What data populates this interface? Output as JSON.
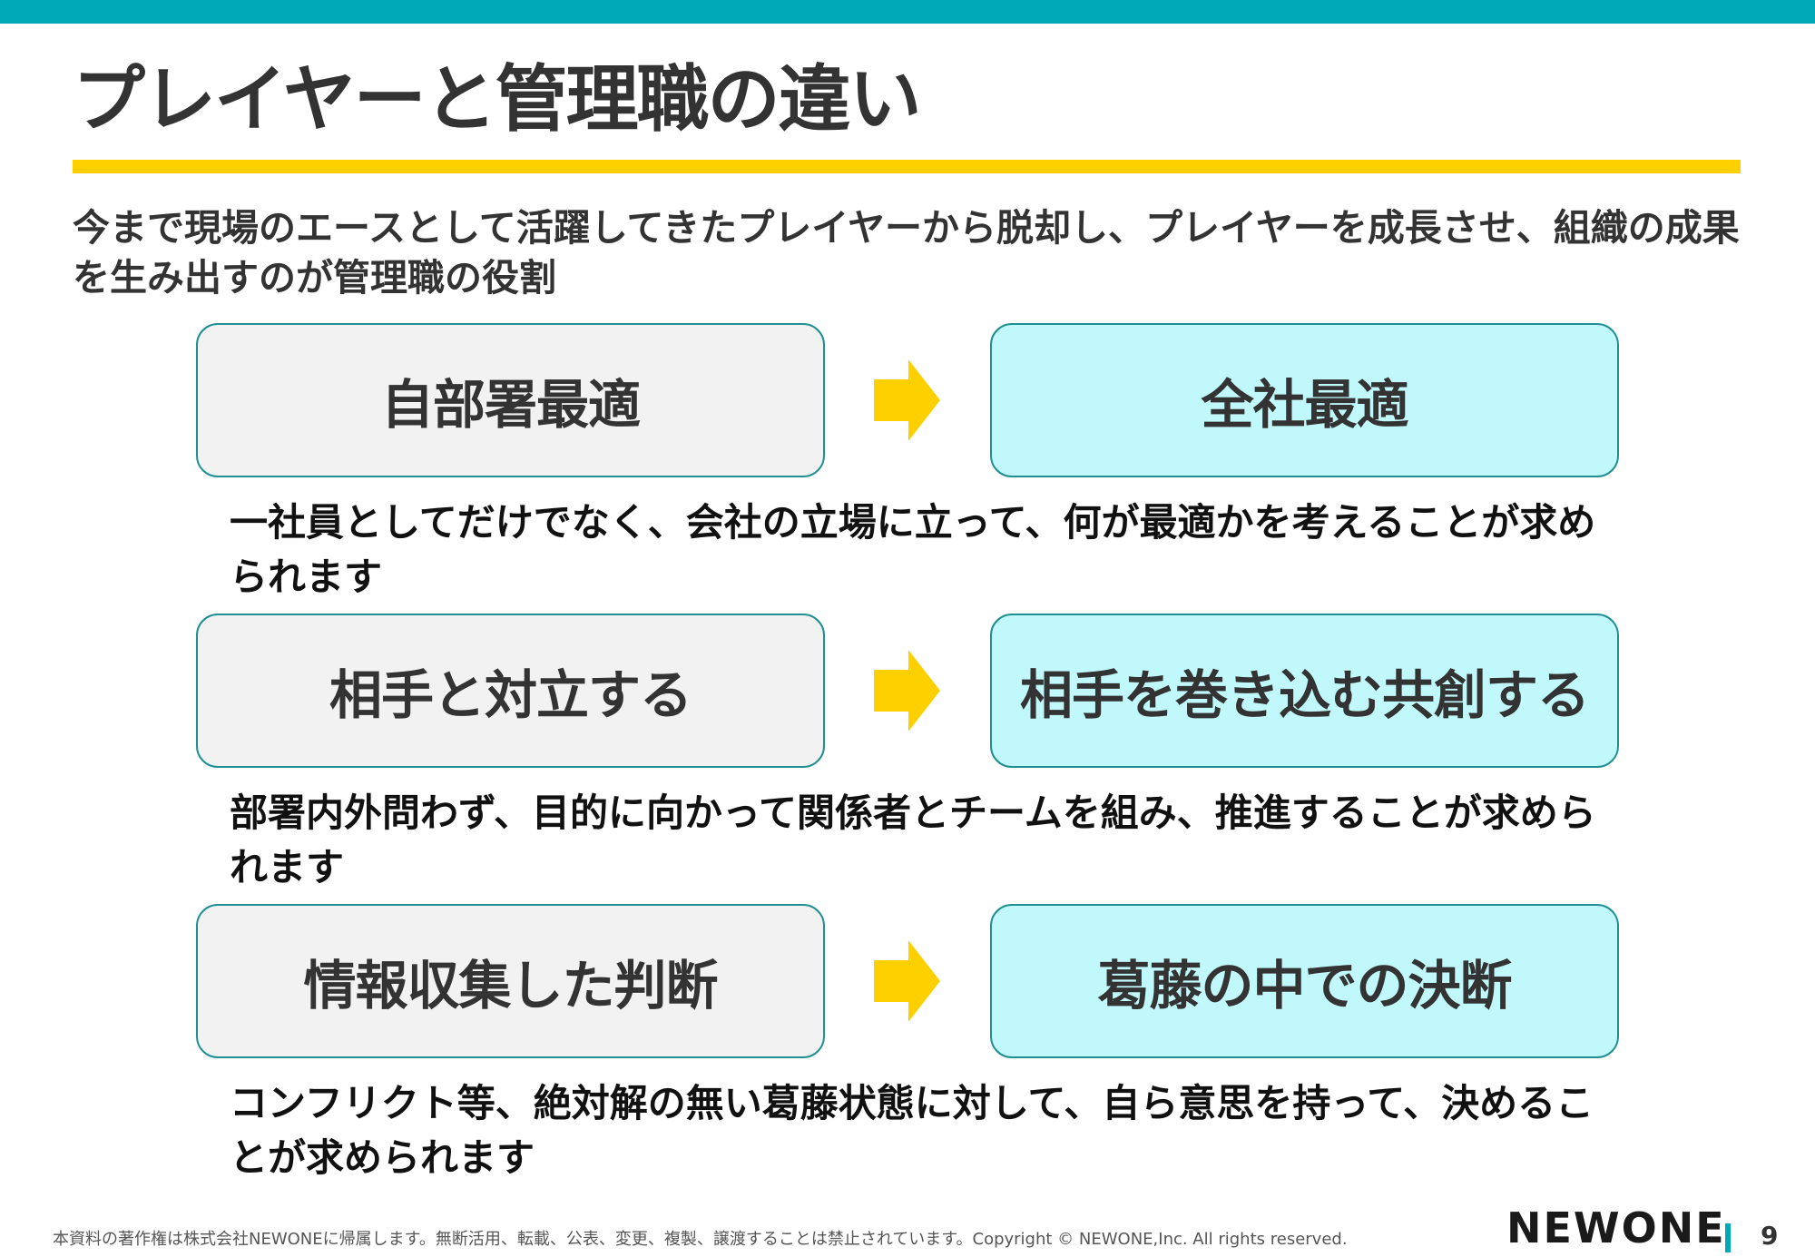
{
  "header": {
    "title": "プレイヤーと管理職の違い"
  },
  "intro": {
    "text": "今まで現場のエースとして活躍してきたプレイヤーから脱却し、プレイヤーを成長させ、組織の成果を生み出すのが管理職の役割"
  },
  "rows": [
    {
      "from": "自部署最適",
      "to": "全社最適",
      "description": "一社員としてだけでなく、会社の立場に立って、何が最適かを考えることが求められます"
    },
    {
      "from": "相手と対立する",
      "to": "相手を巻き込む共創する",
      "description": "部署内外問わず、目的に向かって関係者とチームを組み、推進することが求められます"
    },
    {
      "from": "情報収集した判断",
      "to": "葛藤の中での決断",
      "description": "コンフリクト等、絶対解の無い葛藤状態に対して、自ら意思を持って、決めることが求められます"
    }
  ],
  "footer": {
    "copyright": "本資料の著作権は株式会社NEWONEに帰属します。無断活用、転載、公表、変更、複製、譲渡することは禁止されています。Copyright © NEWONE,Inc.  All rights reserved.",
    "brand": "NEWONE",
    "page_number": "9"
  },
  "colors": {
    "accent_teal": "#00a9b8",
    "accent_yellow": "#ffd000",
    "box_left_bg": "#f2f2f2",
    "box_right_bg": "#c0f8fc"
  },
  "icons": {
    "transition": "arrow-right-icon"
  }
}
